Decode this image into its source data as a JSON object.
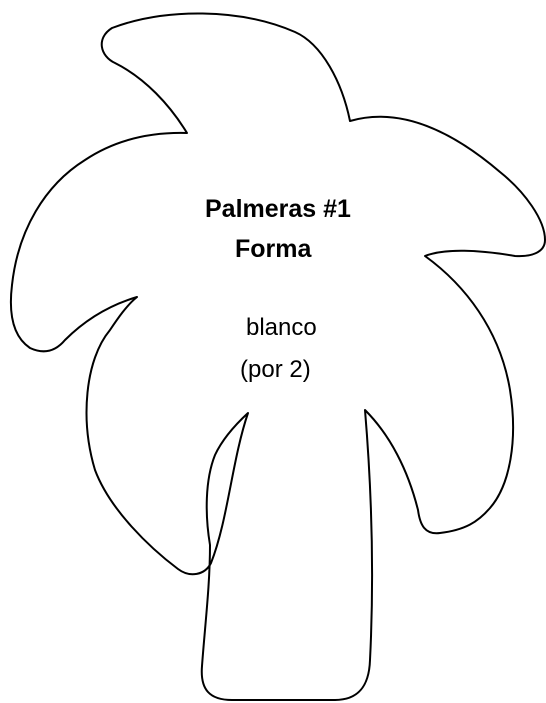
{
  "template": {
    "title": "Palmeras #1",
    "subtitle": "Forma",
    "color_note": "blanco",
    "quantity_note": "(por 2)",
    "stroke_color": "#000000",
    "fill_color": "#ffffff",
    "shape": "palm-tree-outline"
  }
}
